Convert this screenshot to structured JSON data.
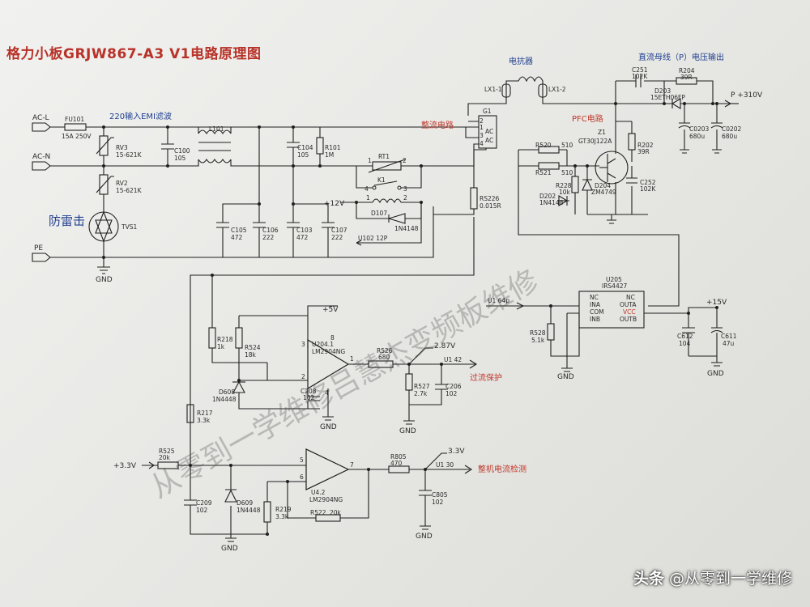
{
  "title": "格力小板GRJW867-A3 V1电路原理图",
  "watermark": "从零到一学维修吕慧杰变频板维修",
  "credit": {
    "app": "头条",
    "handle": "@从零到一学维修"
  },
  "sections": {
    "emi": "220输入EMI滤波",
    "lightning": "防雷击",
    "rectifier": "整流电路",
    "reactor": "电抗器",
    "pfc": "PFC电路",
    "bus": "直流母线（P）电压输出",
    "overcurrent": "过流保护",
    "current_detect": "整机电流检测"
  },
  "nets": {
    "acl": "AC-L",
    "acn": "AC-N",
    "pe": "PE",
    "gnd": "GND",
    "p310": "P +310V",
    "v5": "+5V",
    "v15": "+15V",
    "v12": "+12V",
    "v33": "+3.3V",
    "u102": "U102 12P",
    "u1_42": "U1 42",
    "u1_30": "U1 30",
    "u1_64": "U1 64p",
    "lx11": "LX1-1",
    "lx12": "LX1-2",
    "ac": "AC",
    "tp1": "2.87V",
    "tp2": "3.3V"
  },
  "parts": {
    "fu101": [
      "FU101",
      "15A 250V"
    ],
    "rv3": [
      "RV3",
      "15-621K"
    ],
    "rv2": [
      "RV2",
      "15-621K"
    ],
    "tvs1": "TVS1",
    "c100": [
      "C100",
      "105"
    ],
    "l101": "L101",
    "c104": [
      "C104",
      "105"
    ],
    "r101": [
      "R101",
      "1M"
    ],
    "rt1": "RT1",
    "k1": "K1",
    "d107": [
      "D107",
      "1N4148"
    ],
    "c105": [
      "C105",
      "472"
    ],
    "c106": [
      "C106",
      "222"
    ],
    "c103": [
      "C103",
      "472"
    ],
    "c107": [
      "C107",
      "222"
    ],
    "g1": "G1",
    "rs226": [
      "RS226",
      "0.015R"
    ],
    "c251": [
      "C251",
      "102K"
    ],
    "d203": [
      "D203",
      "15ETH06FP"
    ],
    "r204": [
      "R204",
      "39R"
    ],
    "c0203": [
      "C0203",
      "680u"
    ],
    "c0202": [
      "C0202",
      "680u"
    ],
    "z1": [
      "Z1",
      "GT30J122A"
    ],
    "r520": [
      "R520",
      "510"
    ],
    "r521": [
      "R521",
      "510"
    ],
    "r228": [
      "R228",
      "10k"
    ],
    "d204": [
      "D204",
      "ZM4749"
    ],
    "d202": [
      "D202",
      "1N4148"
    ],
    "r202": [
      "R202",
      "39R"
    ],
    "c252": [
      "C252",
      "102K"
    ],
    "u205": [
      "U205",
      "IRS4427"
    ],
    "u205_pins": [
      "NC",
      "INA",
      "COM",
      "INB",
      "NC",
      "OUTA",
      "VCC",
      "OUTB"
    ],
    "r528": [
      "R528",
      "5.1k"
    ],
    "c612": [
      "C612",
      "104"
    ],
    "c611": [
      "C611",
      "47u"
    ],
    "r218": [
      "R218",
      "1k"
    ],
    "r524": [
      "R524",
      "18k"
    ],
    "u204": [
      "U204.1",
      "LM2904NG"
    ],
    "d608": [
      "D608",
      "1N4448"
    ],
    "c208": [
      "C208",
      "102"
    ],
    "r526": [
      "R526",
      "680"
    ],
    "r527": [
      "R527",
      "2.7k"
    ],
    "c206": [
      "C206",
      "102"
    ],
    "r217": [
      "R217",
      "3.3k"
    ],
    "r525": [
      "R525",
      "20k"
    ],
    "c209": [
      "C209",
      "102"
    ],
    "d609": [
      "D609",
      "1N4448"
    ],
    "r219": [
      "R219",
      "3.3k"
    ],
    "u42": [
      "U4.2",
      "LM2904NG"
    ],
    "r522": [
      "R522",
      "20k"
    ],
    "r805": [
      "R805",
      "470"
    ],
    "c805": [
      "C805",
      "102"
    ]
  },
  "pins": {
    "p1": "1",
    "p2": "2",
    "p3": "3",
    "p4": "4",
    "p5": "5",
    "p6": "6",
    "p7": "7",
    "p8": "8"
  }
}
